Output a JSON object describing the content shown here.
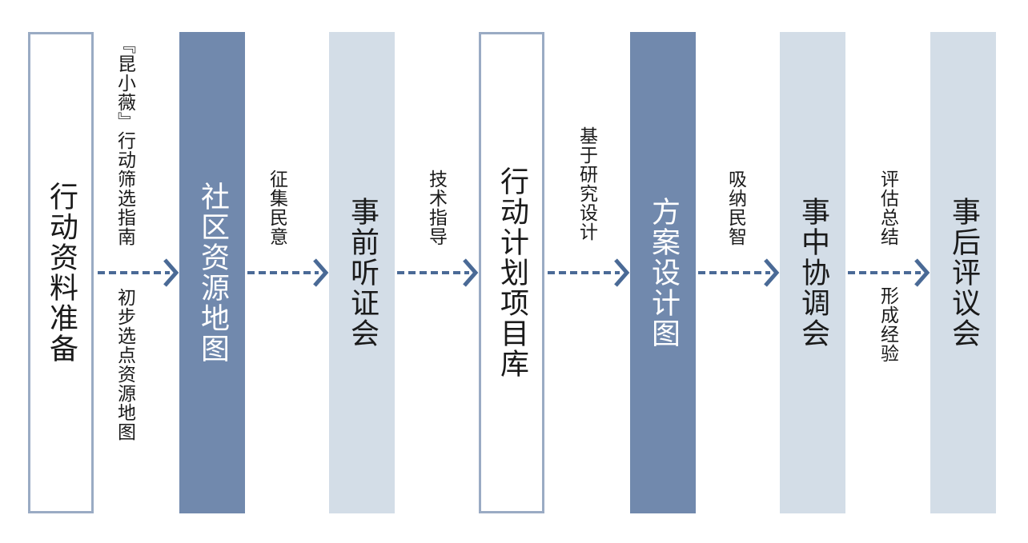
{
  "flow": {
    "steps": [
      {
        "label": "行动资料准备",
        "style": "outline"
      },
      {
        "label": "社区资源地图",
        "style": "dark"
      },
      {
        "label": "事前听证会",
        "style": "light"
      },
      {
        "label": "行动计划项目库",
        "style": "outline"
      },
      {
        "label": "方案设计图",
        "style": "dark"
      },
      {
        "label": "事中协调会",
        "style": "light"
      },
      {
        "label": "事后评议会",
        "style": "light"
      }
    ],
    "connectors": [
      {
        "above": "『昆小薇』行动筛选指南",
        "below": "初步选点资源地图"
      },
      {
        "above": "征集民意",
        "below": ""
      },
      {
        "above": "技术指导",
        "below": ""
      },
      {
        "above": "基于研究设计",
        "below": ""
      },
      {
        "above": "吸纳民智",
        "below": ""
      },
      {
        "above": "评估总结",
        "below": "形成经验"
      }
    ],
    "colors": {
      "outline_border": "#9aabc4",
      "dark_fill": "#7189ad",
      "light_fill": "#d3dde7",
      "arrow": "#4a6a96"
    }
  }
}
